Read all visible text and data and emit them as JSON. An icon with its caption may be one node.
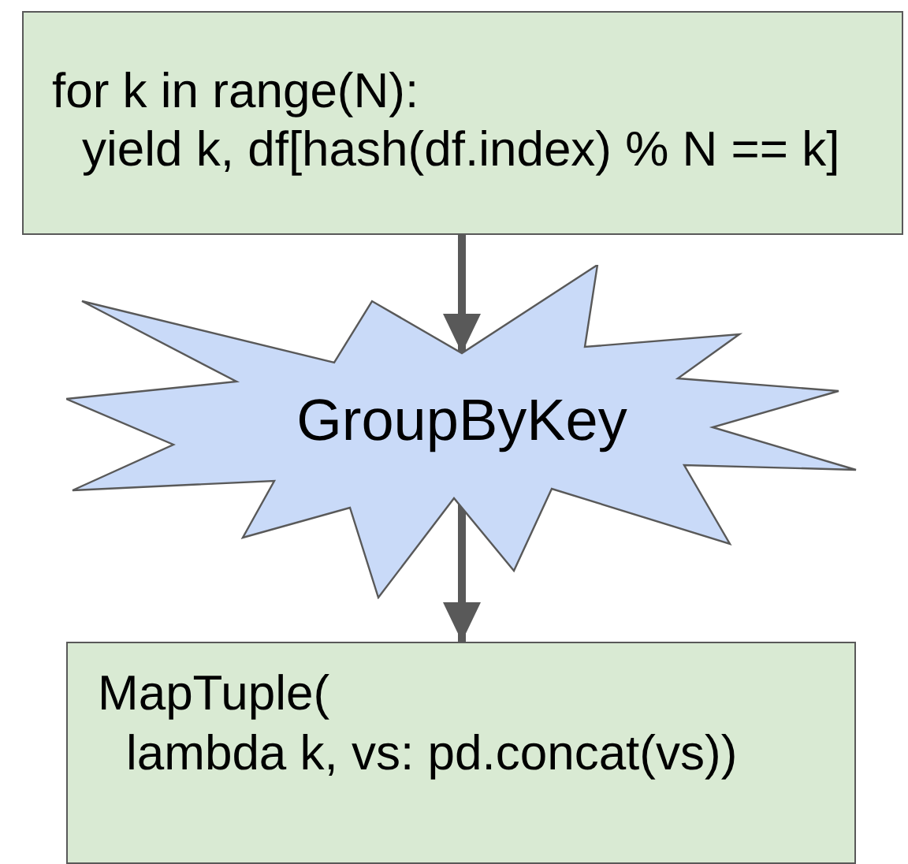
{
  "diagram": {
    "nodes": [
      {
        "text": [
          "for k in range(N):",
          "yield k, df[hash(df.index) % N == k]"
        ]
      },
      {
        "text": [
          "GroupByKey"
        ]
      },
      {
        "text": [
          "MapTuple(",
          "lambda k, vs: pd.concat(vs))"
        ]
      }
    ],
    "edges": [
      {
        "from": 0,
        "to": 1,
        "arrow": "to"
      },
      {
        "from": 1,
        "to": 2,
        "arrow": "to"
      }
    ]
  }
}
